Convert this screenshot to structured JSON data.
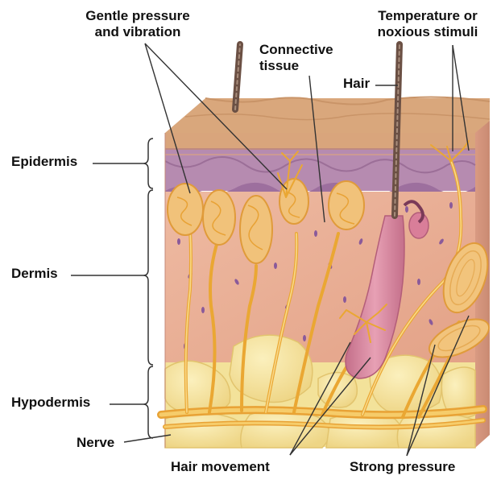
{
  "labels": {
    "gentle_pressure": [
      "Gentle pressure",
      "and vibration"
    ],
    "temperature": [
      "Temperature or",
      "noxious stimuli"
    ],
    "connective_tissue": [
      "Connective",
      "tissue"
    ],
    "hair": "Hair",
    "epidermis": "Epidermis",
    "dermis": "Dermis",
    "hypodermis": "Hypodermis",
    "nerve": "Nerve",
    "hair_movement": "Hair movement",
    "strong_pressure": "Strong pressure"
  },
  "colors": {
    "skin_surface": "#d9a77c",
    "epidermis": "#b68bb0",
    "dermis": "#e9b39a",
    "hypodermis_fat": "#f3e29a",
    "nerve_fiber": "#f0b33c",
    "follicle": "#d98aa0",
    "hair_shaft": "#7a6052",
    "label_line": "#333333"
  }
}
